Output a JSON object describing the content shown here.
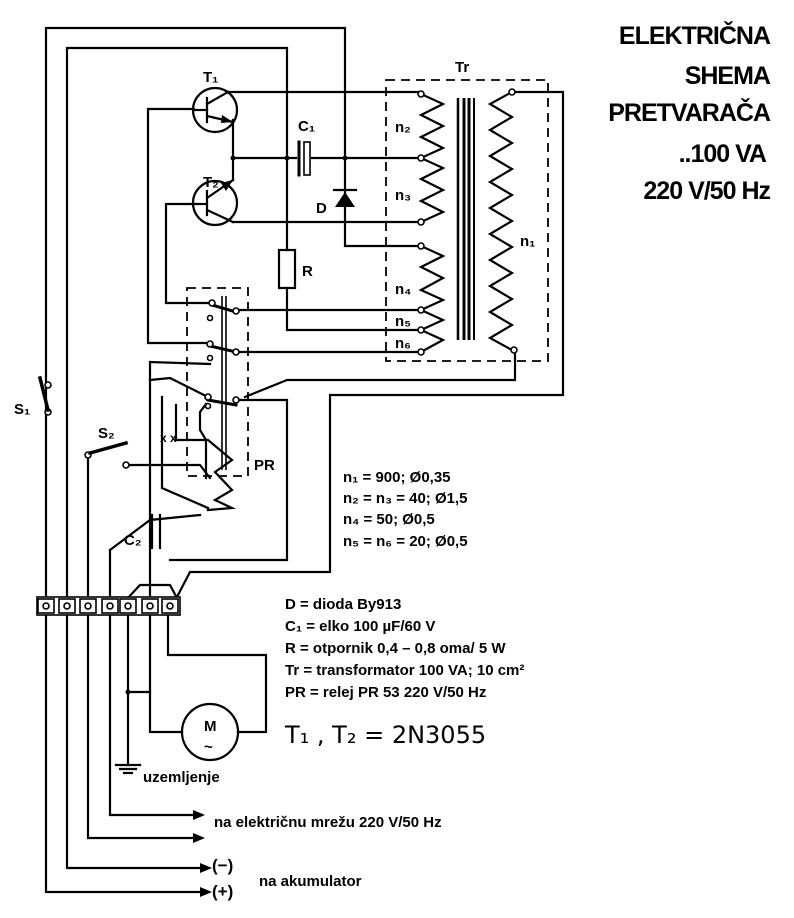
{
  "title": {
    "line1": "ELEKTRIČNA",
    "line2": "SHEMA",
    "line3": "PRETVARAČA",
    "line4": "..100 VA",
    "line5": "220 V/50 Hz"
  },
  "components": {
    "t1": "T₁",
    "t2": "T₂",
    "c1": "C₁",
    "c2": "C₂",
    "d": "D",
    "r": "R",
    "tr": "Tr",
    "n1": "n₁",
    "n2": "n₂",
    "n3": "n₃",
    "n4": "n₄",
    "n5": "n₅",
    "n6": "n₆",
    "s1": "S₁",
    "s2": "S₂",
    "pr": "PR",
    "m": "M",
    "m_symbol": "~"
  },
  "windings": [
    "n₁ = 900; Ø0,35",
    "n₂ = n₃ = 40; Ø1,5",
    "n₄ = 50; Ø0,5",
    "n₅ = n₆ = 20; Ø0,5"
  ],
  "parts": [
    "D = dioda By913",
    "C₁ = elko 100  µF/60 V",
    "R = otpornik 0,4 – 0,8 oma/ 5 W",
    "Tr = transformator 100 VA; 10 cm²",
    "PR = relej PR 53 220 V/50 Hz"
  ],
  "transistors_note": "T₁ , T₂ = 2N3055",
  "connections": {
    "ground": "uzemljenje",
    "mains": "na električnu mrežu 220 V/50 Hz",
    "battery_minus": "(−)",
    "battery_plus": "(+)",
    "battery": "na akumulator"
  }
}
